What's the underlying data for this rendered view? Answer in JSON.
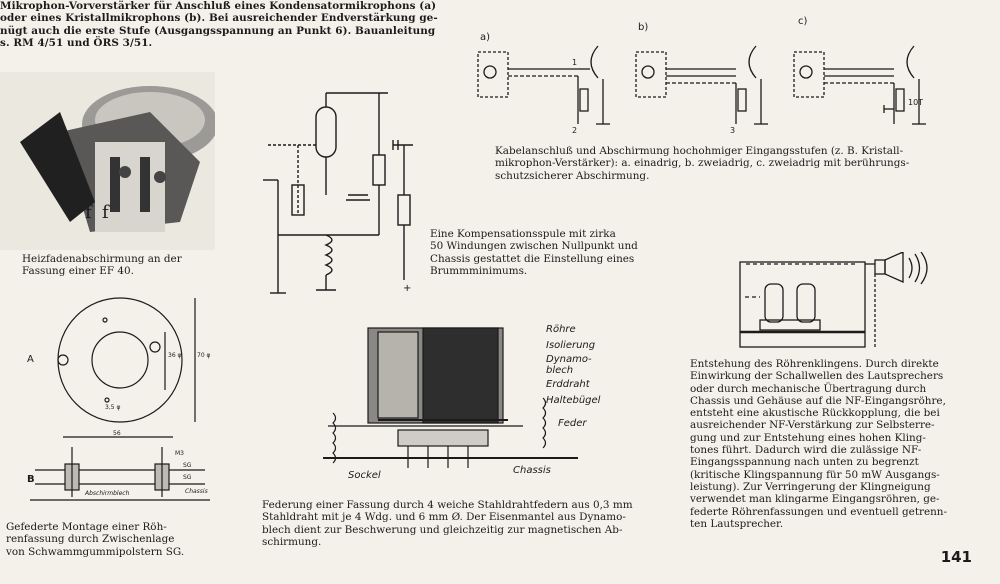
{
  "header_text": "Mikrophon-Vorverstärker für Anschluß eines Kondensatormikrophons (a)\noder eines Kristallmikrophons (b). Bei ausreichender Endverstärkung ge-\nnügt auch die erste Stufe (Ausgangsspannung an Punkt 6). Bauanleitung\ns. RM 4/51 und ÖRS 3/51.",
  "captions": {
    "heater": "Heizfadenabschirmung an der\nFassung einer EF 40.",
    "compensation": "Eine Kompensationsspule mit zirka\n50 Windungen zwischen Nullpunkt und\nChassis gestattet die Einstellung eines\nBrummminimums.",
    "cable": "Kabelanschluß und Abschirmung hochohmiger Eingangsstufen (z. B. Kristall-\nmikrophon-Verstärker): a. einadrig, b. zweiadrig, c. zweiadrig mit berührungs-\nschutzsicherer Abschirmung.",
    "mounting": "Gefederte Montage einer Röh-\nrenfassung durch Zwischenlage\nvon Schwammgummipolstern SG.",
    "suspension": "Federung einer Fassung durch 4 weiche Stahldrahtfedern aus 0,3 mm\nStahldraht mit je 4 Wdg. und 6 mm Ø. Der Eisenmantel aus Dynamo-\nblech dient zur Beschwerung und gleichzeitig zur magnetischen Ab-\nschirmung.",
    "ringing": "Entstehung des Röhrenklingens. Durch direkte\nEinwirkung der Schallwellen des Lautsprechers\noder durch mechanische Übertragung durch\nChassis und Gehäuse auf die NF-Eingangsröhre,\nentsteht eine akustische Rückkopplung, die bei\nausreichender NF-Verstärkung zur Selbsterre-\ngung und zur Entstehung eines hohen Kling-\ntones führt. Dadurch wird die zulässige NF-\nEingangsspannung nach unten zu begrenzt\n(kritische Klingspannung für 50 mW Ausgangs-\nleistung). Zur Verringerung der Klingneigung\nverwendet man klingarme Eingangsröhren, ge-\nfederte Röhrenfassungen und eventuell getrenn-\nten Lautsprecher."
  },
  "page_number": "141",
  "figure_labels": {
    "cable_a": "a)",
    "cable_b": "b)",
    "cable_c": "c)",
    "node_1": "1",
    "node_2": "2",
    "node_3": "3",
    "node_10t": "10T",
    "heater_f1": "f",
    "heater_f2": "f",
    "plus_sign": "+",
    "mount_a": "A",
    "mount_b": "B",
    "dim_36": "36 φ",
    "dim_70": "70 φ",
    "dim_56": "56",
    "dim_35": "3,5 φ",
    "m3": "M3",
    "sg1": "SG",
    "sg2": "SG",
    "abschirmblech": "Abschirmblech",
    "chassis_small": "Chassis",
    "roehre": "Röhre",
    "isolierung": "Isolierung",
    "dynamoblech": "Dynamo-\nblech",
    "erddraht": "Erddraht",
    "haltebuegel": "Haltebügel",
    "feder": "Feder",
    "sockel": "Sockel",
    "chassis": "Chassis"
  }
}
